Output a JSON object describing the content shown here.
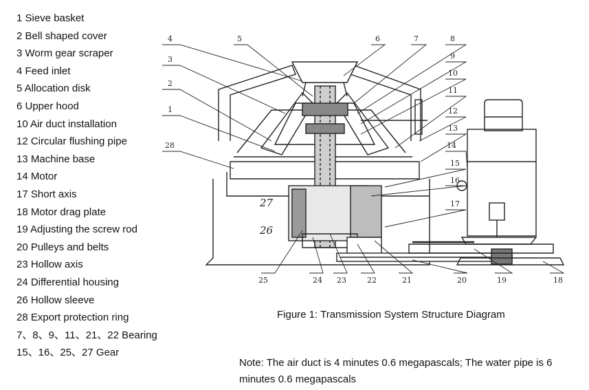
{
  "legend": [
    "1 Sieve basket",
    "2 Bell shaped cover",
    "3 Worm gear scraper",
    "4 Feed inlet",
    "5 Allocation disk",
    "6 Upper hood",
    "10 Air duct installation",
    "12 Circular flushing pipe",
    "13 Machine base",
    "14 Motor",
    "17 Short axis",
    "18 Motor drag plate",
    "19 Adjusting the screw rod",
    "20 Pulleys and belts",
    "23 Hollow axis",
    "24 Differential housing",
    "26 Hollow sleeve",
    "28 Export protection ring",
    "7、8、9、11、21、22 Bearing",
    "15、16、25、27 Gear"
  ],
  "diagram_labels": {
    "n1": "1",
    "n2": "2",
    "n3": "3",
    "n4": "4",
    "n5": "5",
    "n6": "6",
    "n7": "7",
    "n8": "8",
    "n9": "9",
    "n10": "10",
    "n11": "11",
    "n12": "12",
    "n13": "13",
    "n14": "14",
    "n15": "15",
    "n16": "16",
    "n17": "17",
    "n19": "19",
    "n20": "20",
    "n21": "21",
    "n22": "22",
    "n23": "23",
    "n24": "24",
    "n25": "25",
    "n26": "26",
    "n27": "27",
    "n28": "28",
    "n18": "18"
  },
  "caption": "Figure 1: Transmission System Structure Diagram",
  "note": "Note: The air duct is 4 minutes 0.6 megapascals; The water pipe is 6 minutes 0.6 megapascals"
}
